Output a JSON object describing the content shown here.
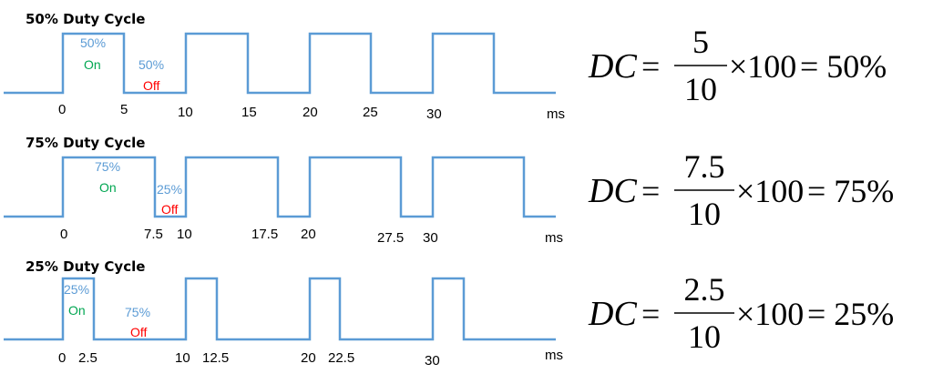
{
  "panels": [
    {
      "title": "50% Duty Cycle",
      "unit": "ms",
      "on_pct": "50%",
      "on_label": "On",
      "off_pct": "50%",
      "off_label": "Off",
      "ticks": [
        "0",
        "5",
        "10",
        "15",
        "20",
        "25",
        "30"
      ],
      "equation": {
        "lhs": "DC",
        "numerator": "5",
        "denominator": "10",
        "times": "×100",
        "result": "= 50%"
      }
    },
    {
      "title": "75% Duty Cycle",
      "unit": "ms",
      "on_pct": "75%",
      "on_label": "On",
      "off_pct": "25%",
      "off_label": "Off",
      "ticks": [
        "0",
        "7.5",
        "10",
        "17.5",
        "20",
        "27.5",
        "30"
      ],
      "equation": {
        "lhs": "DC",
        "numerator": "7.5",
        "denominator": "10",
        "times": "×100",
        "result": "= 75%"
      }
    },
    {
      "title": "25% Duty Cycle",
      "unit": "ms",
      "on_pct": "25%",
      "on_label": "On",
      "off_pct": "75%",
      "off_label": "Off",
      "ticks": [
        "0",
        "2.5",
        "10",
        "12.5",
        "20",
        "22.5",
        "30"
      ],
      "equation": {
        "lhs": "DC",
        "numerator": "2.5",
        "denominator": "10",
        "times": "×100",
        "result": "= 25%"
      }
    }
  ],
  "colors": {
    "wave": "#5b9bd5",
    "on": "#00a651",
    "off": "#ff0000"
  }
}
